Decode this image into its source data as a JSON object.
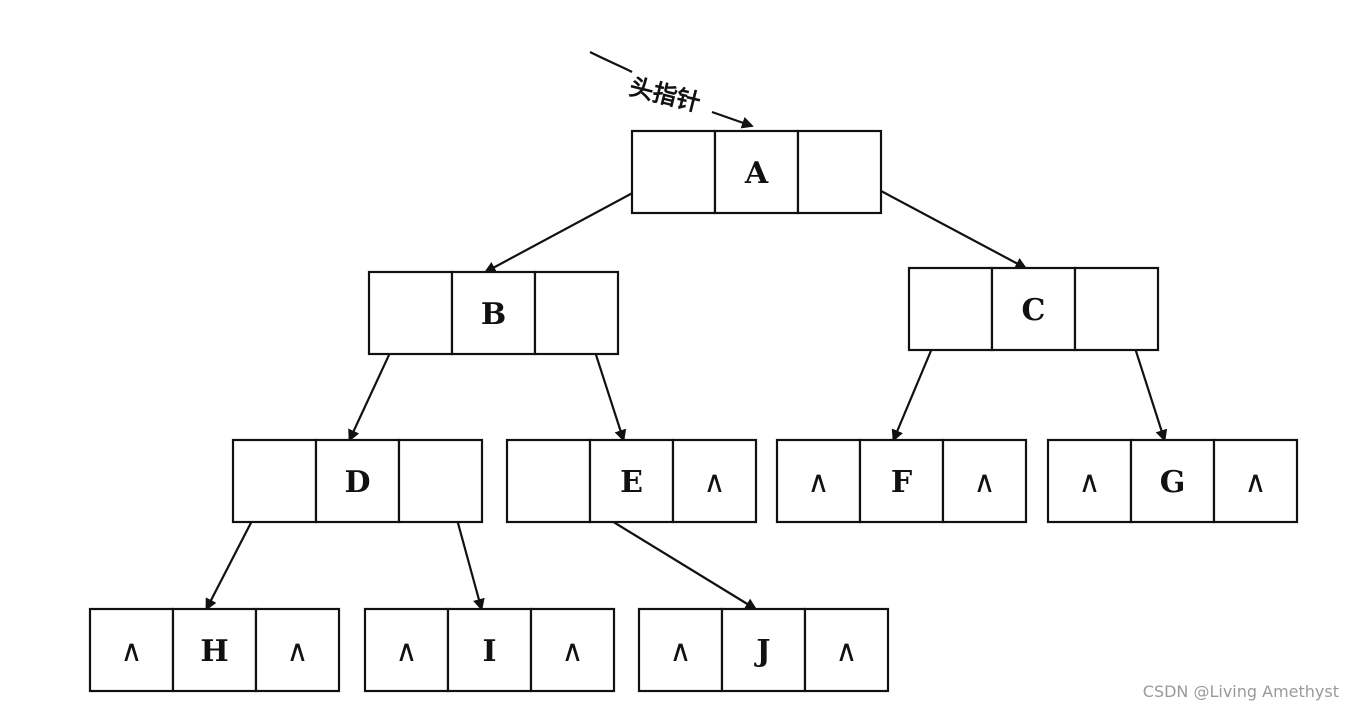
{
  "head_pointer_label": "头指针",
  "null_symbol": "∧",
  "nodes": [
    {
      "id": "A",
      "label": "A",
      "left": "ptr",
      "right": "ptr"
    },
    {
      "id": "B",
      "label": "B",
      "left": "ptr",
      "right": "ptr"
    },
    {
      "id": "C",
      "label": "C",
      "left": "ptr",
      "right": "ptr"
    },
    {
      "id": "D",
      "label": "D",
      "left": "ptr",
      "right": "ptr"
    },
    {
      "id": "E",
      "label": "E",
      "left": "ptr",
      "right": "null"
    },
    {
      "id": "F",
      "label": "F",
      "left": "null",
      "right": "null"
    },
    {
      "id": "G",
      "label": "G",
      "left": "null",
      "right": "null"
    },
    {
      "id": "H",
      "label": "H",
      "left": "null",
      "right": "null"
    },
    {
      "id": "I",
      "label": "I",
      "left": "null",
      "right": "null"
    },
    {
      "id": "J",
      "label": "J",
      "left": "null",
      "right": "null"
    }
  ],
  "edges": [
    {
      "from": "A",
      "side": "left",
      "to": "B"
    },
    {
      "from": "A",
      "side": "right",
      "to": "C"
    },
    {
      "from": "B",
      "side": "left",
      "to": "D"
    },
    {
      "from": "B",
      "side": "right",
      "to": "E"
    },
    {
      "from": "C",
      "side": "left",
      "to": "F"
    },
    {
      "from": "C",
      "side": "right",
      "to": "G"
    },
    {
      "from": "D",
      "side": "left",
      "to": "H"
    },
    {
      "from": "D",
      "side": "right",
      "to": "I"
    },
    {
      "from": "E",
      "side": "left",
      "to": "J"
    }
  ],
  "watermark": "CSDN @Living Amethyst"
}
